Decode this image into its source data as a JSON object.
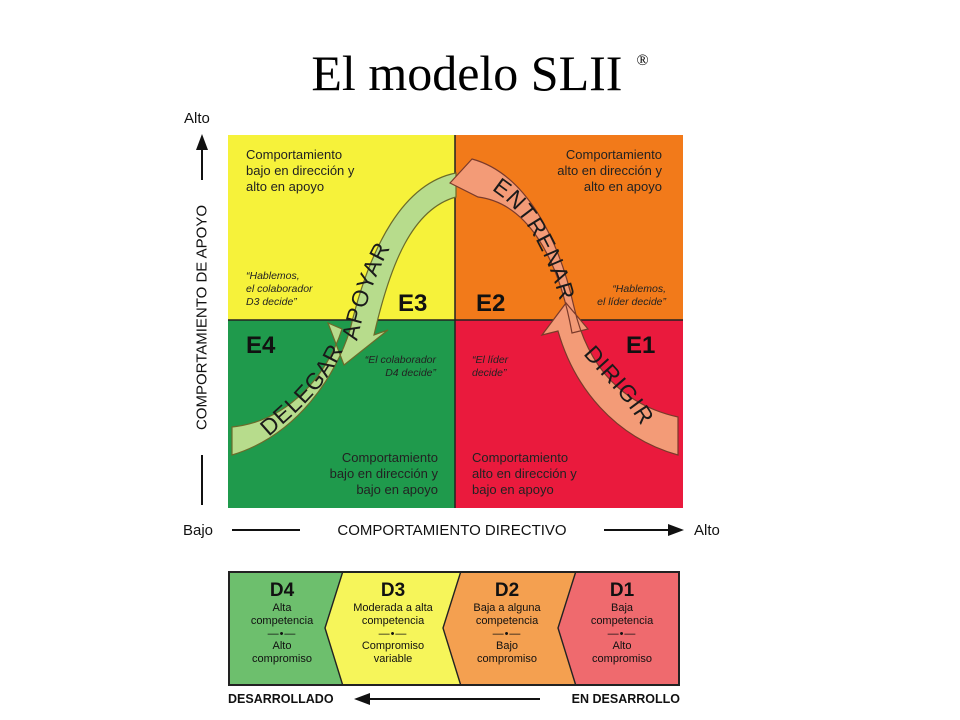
{
  "title": "El modelo SLII",
  "title_mark": "®",
  "axes": {
    "y_high": "Alto",
    "y_label": "COMPORTAMIENTO DE APOYO",
    "x_low": "Bajo",
    "x_label": "COMPORTAMIENTO DIRECTIVO",
    "x_high": "Alto"
  },
  "quadrants": {
    "e3": {
      "label": "E3",
      "description": [
        "Comportamiento",
        "bajo en dirección y",
        "alto en apoyo"
      ],
      "quote": [
        "“Hablemos,",
        "el colaborador",
        "D3 decide”"
      ],
      "style": "APOYAR",
      "color": "#f6f23a"
    },
    "e2": {
      "label": "E2",
      "description": [
        "Comportamiento",
        "alto en dirección y",
        "alto en apoyo"
      ],
      "quote": [
        "“Hablemos,",
        "el líder decide”"
      ],
      "style": "ENTRENAR",
      "color": "#f27a1a"
    },
    "e4": {
      "label": "E4",
      "description": [
        "Comportamiento",
        "bajo en dirección y",
        "bajo en apoyo"
      ],
      "quote": [
        "“El colaborador",
        "D4 decide”"
      ],
      "style": "DELEGAR",
      "color": "#1f9a4c"
    },
    "e1": {
      "label": "E1",
      "description": [
        "Comportamiento",
        "alto en dirección y",
        "bajo en apoyo"
      ],
      "quote": [
        "“El líder",
        "decide”"
      ],
      "style": "DIRIGIR",
      "color": "#ea1a3d"
    }
  },
  "development_levels": [
    {
      "label": "D4",
      "competence": [
        "Alta",
        "competencia"
      ],
      "separator": "—•—",
      "commitment": [
        "Alto",
        "compromiso"
      ],
      "color": "#6dbf6d"
    },
    {
      "label": "D3",
      "competence": [
        "Moderada a alta",
        "competencia"
      ],
      "separator": "—•—",
      "commitment": [
        "Compromiso",
        "variable"
      ],
      "color": "#f6f55a"
    },
    {
      "label": "D2",
      "competence": [
        "Baja a alguna",
        "competencia"
      ],
      "separator": "—•—",
      "commitment": [
        "Bajo",
        "compromiso"
      ],
      "color": "#f4a050"
    },
    {
      "label": "D1",
      "competence": [
        "Baja",
        "competencia"
      ],
      "separator": "—•—",
      "commitment": [
        "Alto",
        "compromiso"
      ],
      "color": "#ef6a6e"
    }
  ],
  "development_axis": {
    "left": "DESARROLLADO",
    "right": "EN DESARROLLO"
  }
}
